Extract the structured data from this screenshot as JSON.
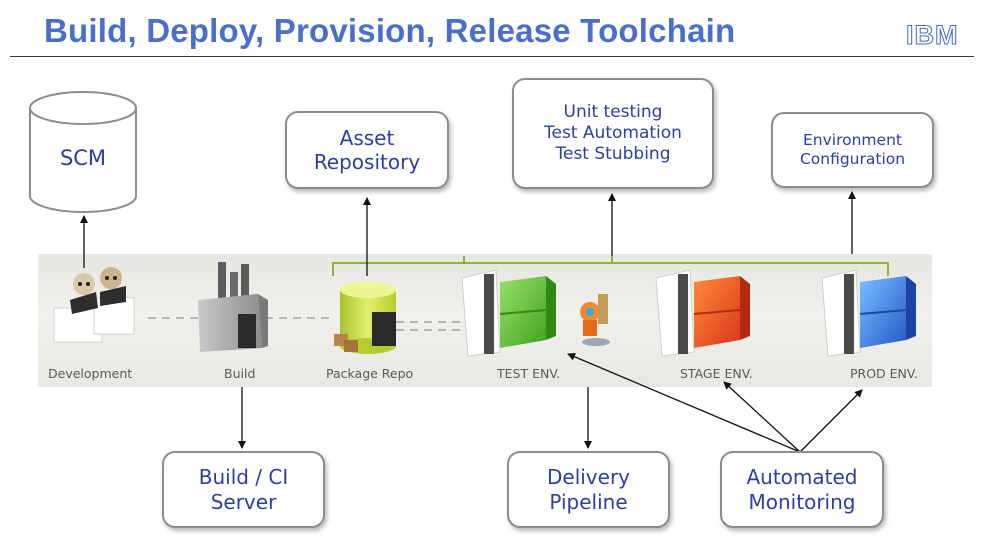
{
  "header": {
    "title": "Build, Deploy, Provision, Release Toolchain",
    "logo_text": "IBM"
  },
  "boxes": {
    "scm": "SCM",
    "asset_repo": "Asset\nRepository",
    "testing": "Unit testing\nTest Automation\nTest Stubbing",
    "env_config": "Environment\nConfiguration",
    "build_ci": "Build / CI\nServer",
    "delivery": "Delivery\nPipeline",
    "monitoring": "Automated\nMonitoring"
  },
  "stages": {
    "development": "Development",
    "build": "Build",
    "package_repo": "Package Repo",
    "test_env": "TEST ENV.",
    "stage_env": "STAGE ENV.",
    "prod_env": "PROD ENV."
  },
  "colors": {
    "title": "#4a6fc9",
    "box_text": "#2b3fa0",
    "test_env": "#6fc53a",
    "stage_env": "#f05a1e",
    "prod_env": "#3a86e0",
    "repo": "#c8dc3c"
  }
}
